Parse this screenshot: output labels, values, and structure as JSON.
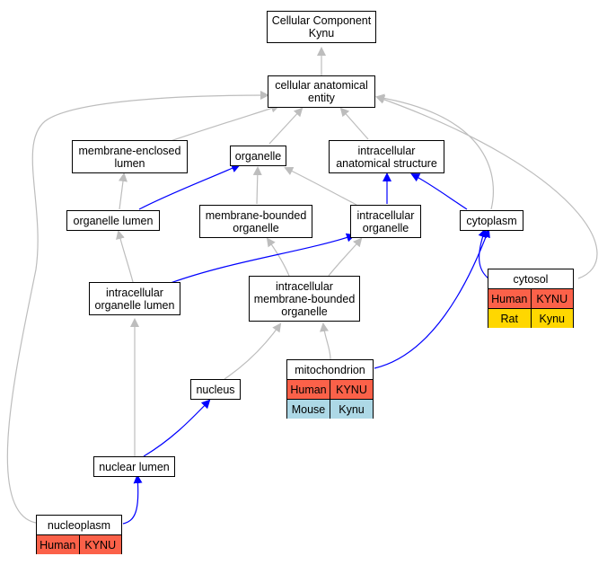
{
  "nodes": {
    "root": [
      "Cellular Component",
      "Kynu"
    ],
    "cae": [
      "cellular anatomical",
      "entity"
    ],
    "mel": [
      "membrane-enclosed",
      "lumen"
    ],
    "org": [
      "organelle"
    ],
    "ias": [
      "intracellular",
      "anatomical structure"
    ],
    "orgl": [
      "organelle lumen"
    ],
    "mbo": [
      "membrane-bounded",
      "organelle"
    ],
    "io": [
      "intracellular",
      "organelle"
    ],
    "cyto": [
      "cytoplasm"
    ],
    "iol": [
      "intracellular",
      "organelle lumen"
    ],
    "imbo": [
      "intracellular",
      "membrane-bounded",
      "organelle"
    ],
    "nucleus": [
      "nucleus"
    ],
    "nl": [
      "nuclear lumen"
    ]
  },
  "tables": {
    "cytosol": {
      "title": "cytosol",
      "rows": [
        [
          "Human",
          "KYNU"
        ],
        [
          "Rat",
          "Kynu"
        ]
      ]
    },
    "mito": {
      "title": "mitochondrion",
      "rows": [
        [
          "Human",
          "KYNU"
        ],
        [
          "Mouse",
          "Kynu"
        ]
      ]
    },
    "nucleo": {
      "title": "nucleoplasm",
      "rows": [
        [
          "Human",
          "KYNU"
        ]
      ]
    }
  },
  "colors": {
    "edge_is_a": "#bdbdbd",
    "edge_part_of": "#0000ff",
    "human": "#fb6149",
    "rat": "#ffd700",
    "mouse": "#add8e6"
  }
}
